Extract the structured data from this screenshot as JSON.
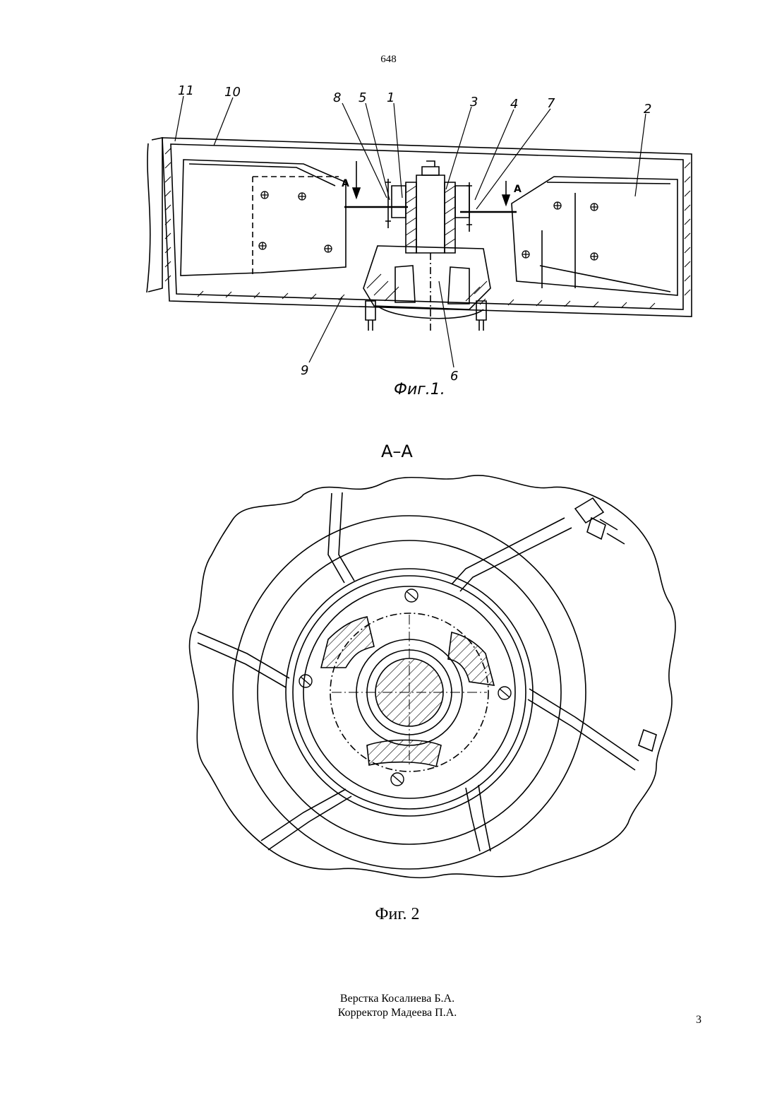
{
  "page": {
    "journal_page": "648",
    "sheet_number": "3"
  },
  "figure1": {
    "caption": "Фиг.1.",
    "callouts": [
      "11",
      "10",
      "8",
      "5",
      "1",
      "3",
      "4",
      "7",
      "2",
      "9",
      "6"
    ],
    "section_marks": [
      "A",
      "A"
    ]
  },
  "figure2": {
    "section_label": "A–A",
    "caption": "Фиг. 2"
  },
  "credits": {
    "layout": "Верстка Косалиева Б.А.",
    "proofreader": "Корректор Мадеева П.А."
  }
}
